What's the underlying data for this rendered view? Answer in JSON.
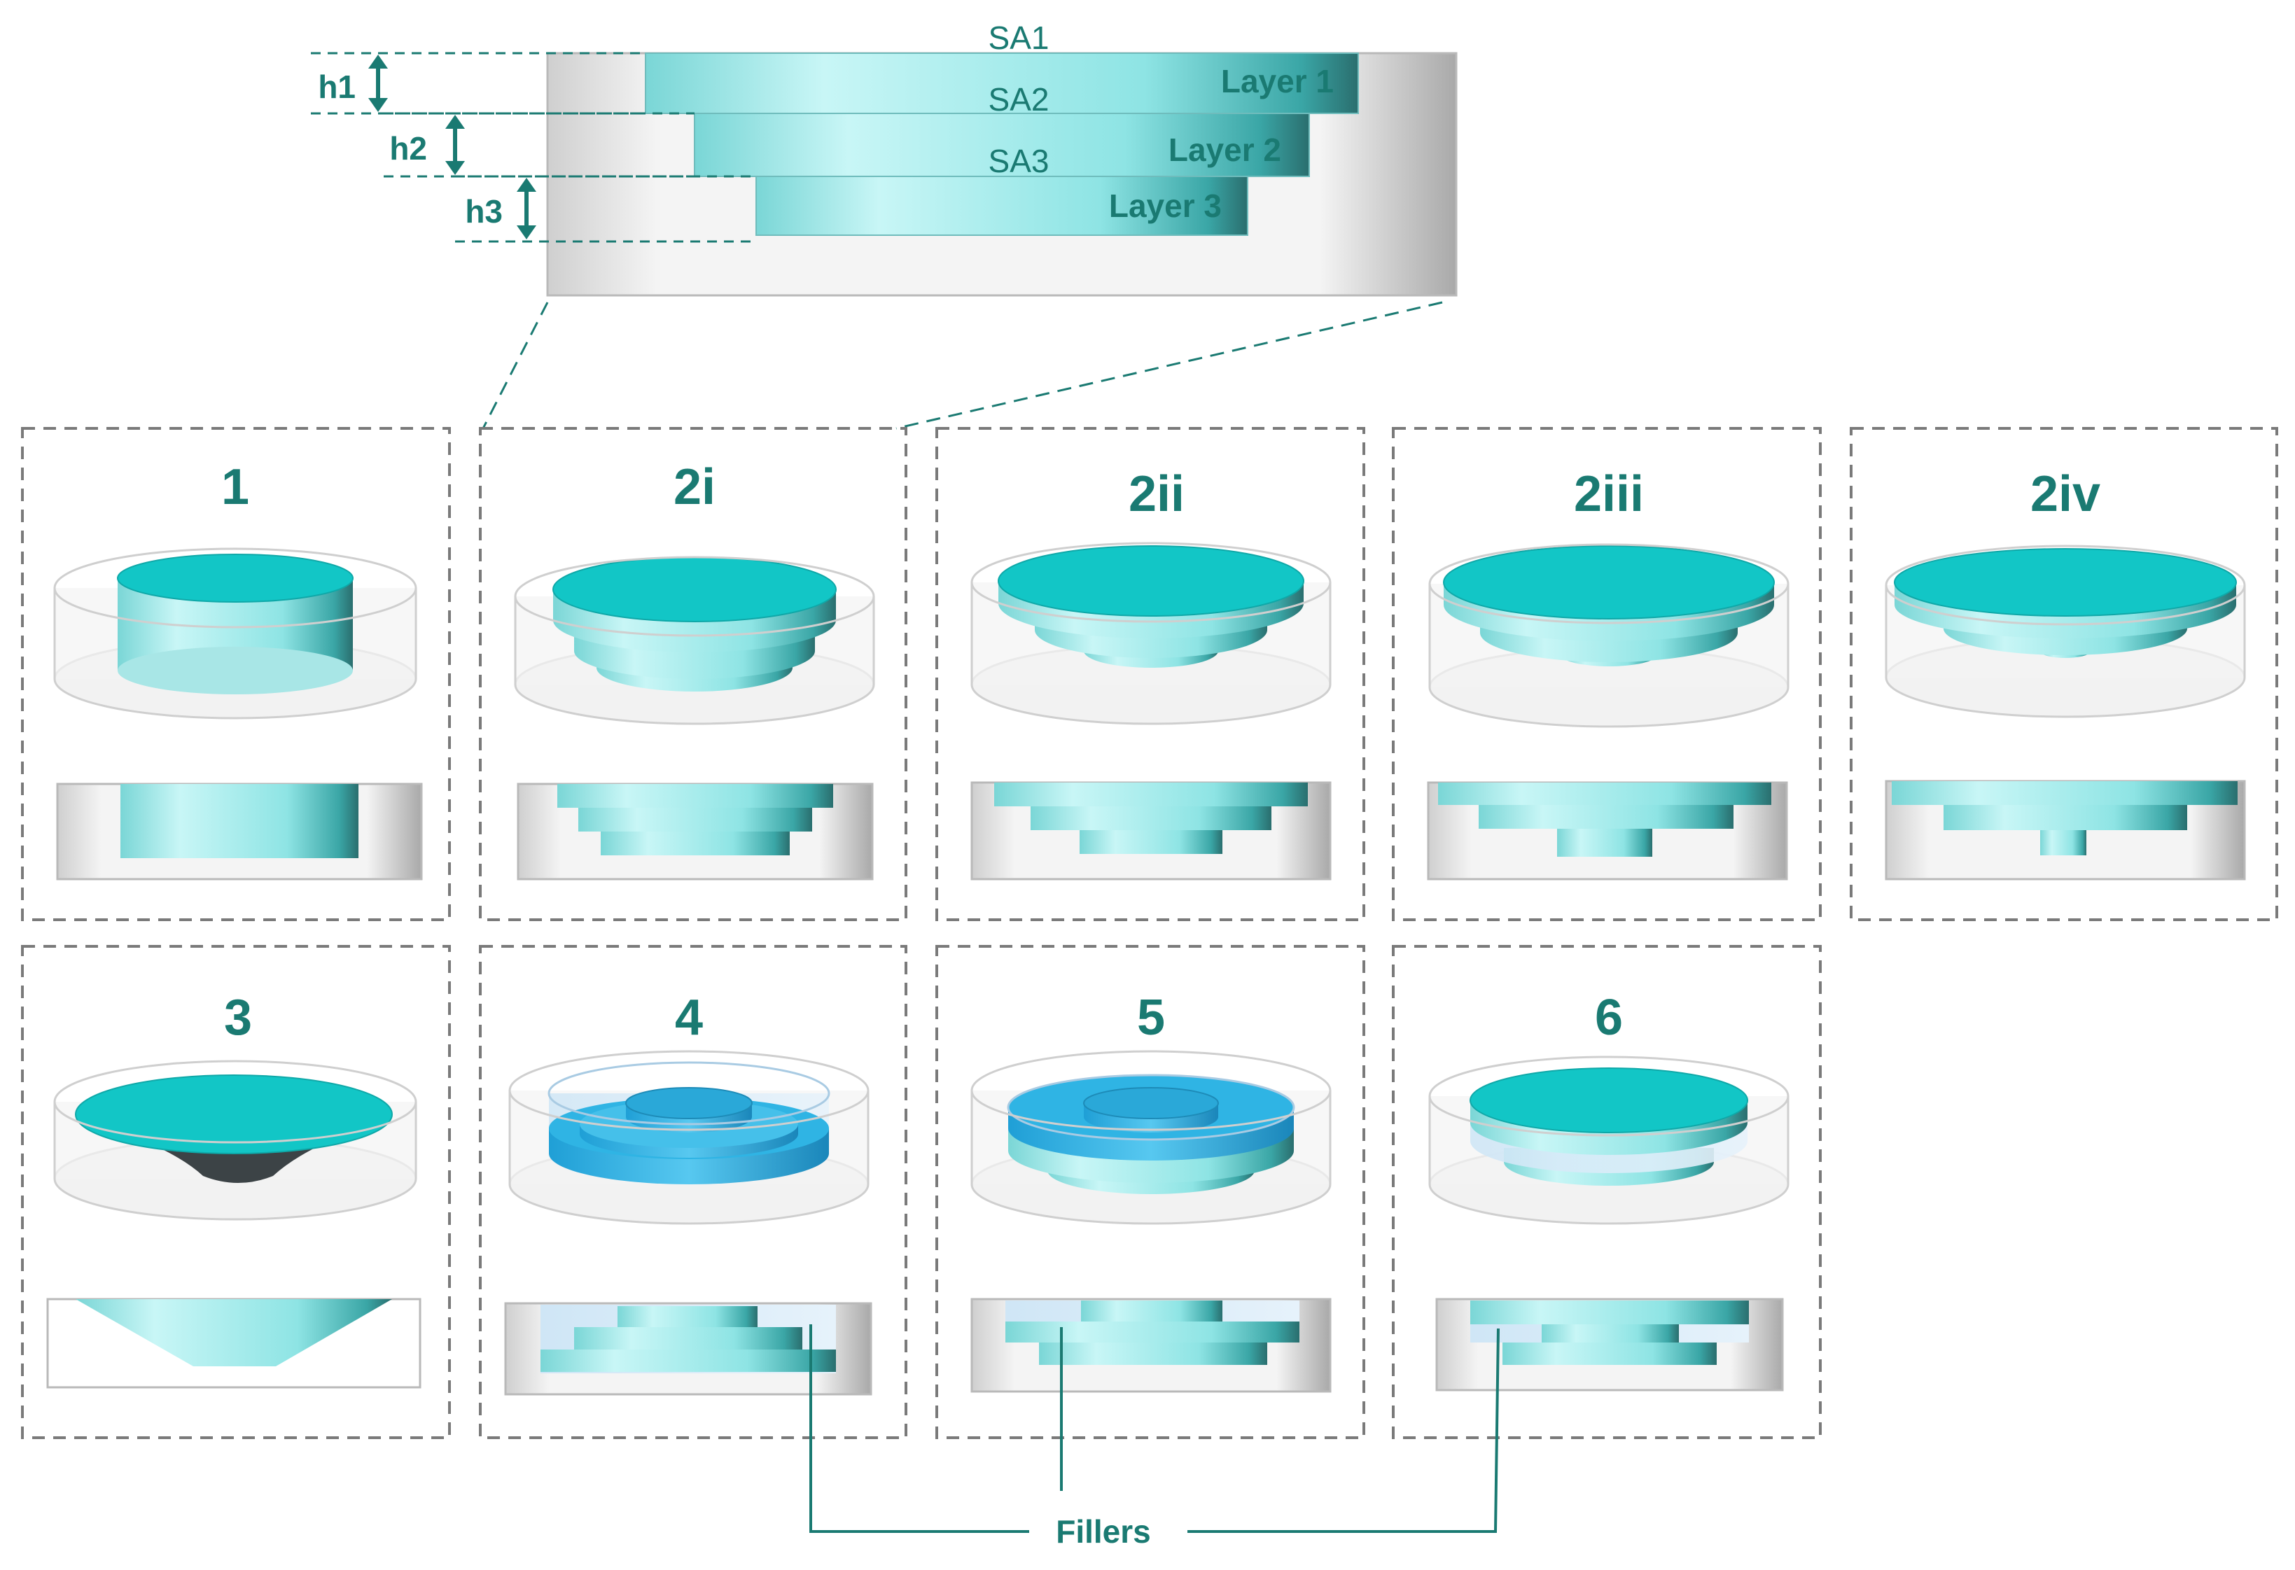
{
  "colors": {
    "teal_text": "#1a7a72",
    "cyan_top": "#12c6c6",
    "cyan_body": "#a8ecec",
    "blue_filler": "#2fb4e4",
    "light_blue_filler": "#bfe3f5",
    "dark_cone": "#3c4346",
    "cup_grey": "#d0d0d0",
    "dashed_grey": "#7a7a7a"
  },
  "detail": {
    "surface_labels": [
      "SA1",
      "SA2",
      "SA3"
    ],
    "layer_labels": [
      "Layer 1",
      "Layer 2",
      "Layer 3"
    ],
    "height_labels": [
      "h1",
      "h2",
      "h3"
    ]
  },
  "panels": [
    {
      "label": "1"
    },
    {
      "label": "2i"
    },
    {
      "label": "2ii"
    },
    {
      "label": "2iii"
    },
    {
      "label": "2iv"
    },
    {
      "label": "3"
    },
    {
      "label": "4"
    },
    {
      "label": "5"
    },
    {
      "label": "6"
    }
  ],
  "fillers_label": "Fillers"
}
